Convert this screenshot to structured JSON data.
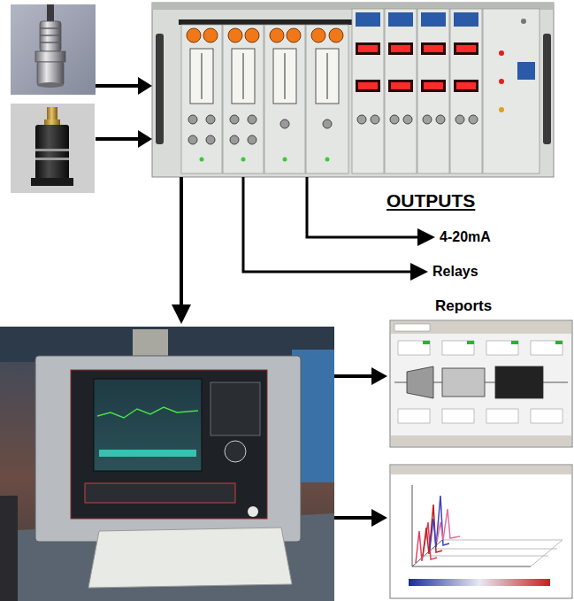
{
  "diagram": {
    "labels": [
      "OUTPUTS",
      "4-20mA",
      "Relays",
      "Reports"
    ]
  }
}
